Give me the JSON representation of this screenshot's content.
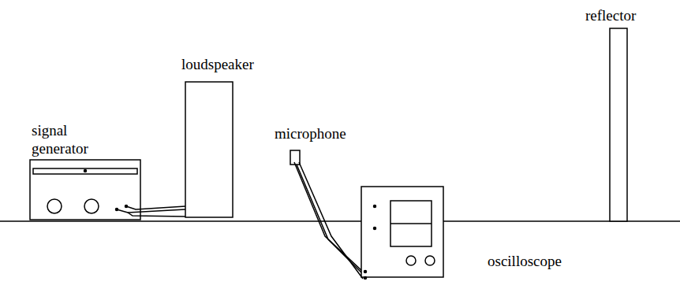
{
  "diagram": {
    "labels": [
      "signal generator",
      "loudspeaker",
      "microphone",
      "oscilloscope",
      "reflector"
    ]
  }
}
